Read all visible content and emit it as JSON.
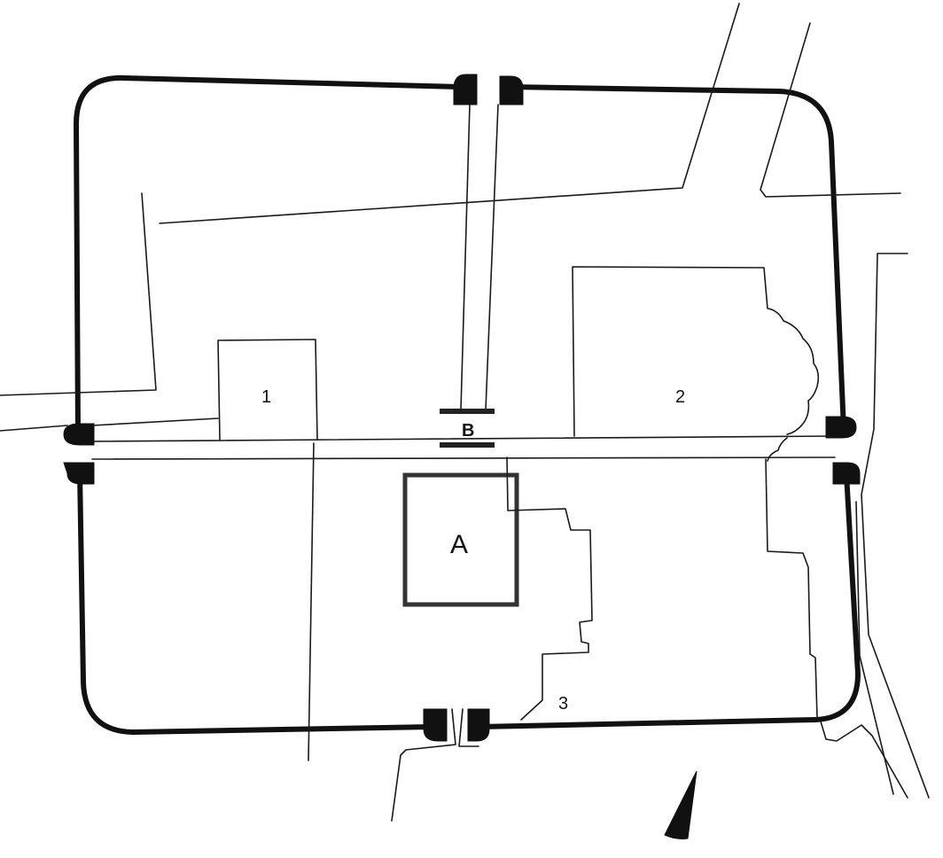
{
  "labels": {
    "building_1": "1",
    "building_2": "2",
    "building_3": "3",
    "keep_a": "A",
    "gate_b": "B"
  },
  "icons": {
    "north_arrow": "north-arrow-icon"
  },
  "colors": {
    "ink": "#111111",
    "paper": "#ffffff"
  }
}
